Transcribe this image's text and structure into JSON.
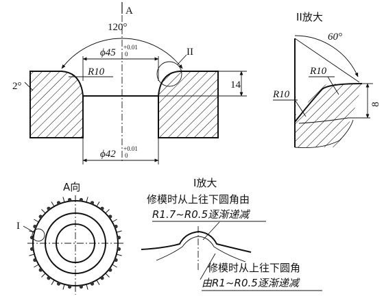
{
  "view_a_arrow": "A",
  "angle_120": "120°",
  "dia_top": {
    "symbol": "ϕ45",
    "tol_upper": "+0.01",
    "tol_lower": "0"
  },
  "dia_bottom": {
    "symbol": "ϕ42",
    "tol_upper": "+0.01",
    "tol_lower": "0"
  },
  "r10_main": "R10",
  "draft_angle": "2°",
  "height_14": "14",
  "detail_ii_marker": "II",
  "detail_ii": {
    "title": "II放大",
    "angle": "60°",
    "r10_upper": "R10",
    "r10_left": "R10",
    "dim_8": "8"
  },
  "view_a_title": "A向",
  "detail_i_marker": "I",
  "detail_i": {
    "title": "I放大",
    "note1_line1": "修模时从上往下圆角由",
    "note1_line2": "R1.7~R0.5逐渐递减",
    "note2_line1": "修模时从上往下圆角",
    "note2_line2": "由R1~R0.5逐渐递减"
  }
}
